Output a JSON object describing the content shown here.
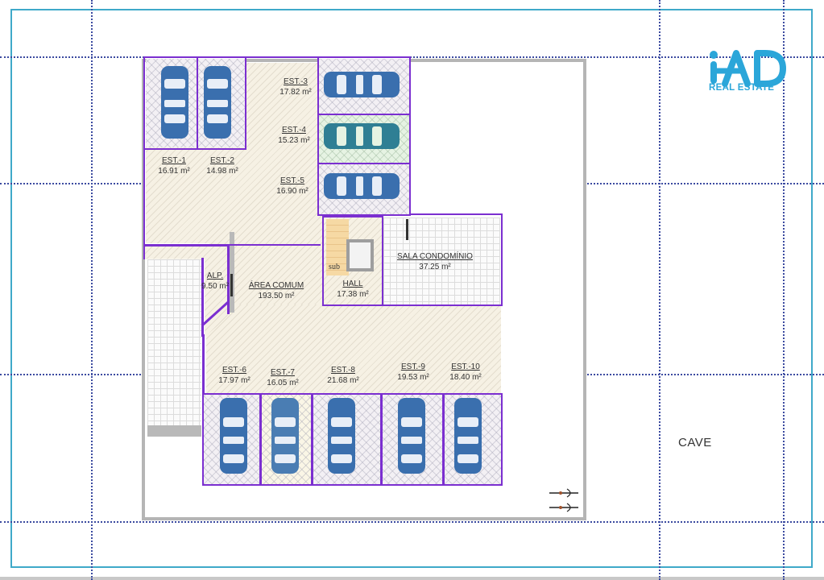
{
  "plan": {
    "level_name": "CAVE",
    "brand": {
      "logo_text": "iAD",
      "logo_subtitle": "REAL ESTATE",
      "color": "#2ba6d9"
    },
    "colors": {
      "frame": "#3fa9c9",
      "space_outline": "#7b2fd0",
      "grid_lines": "#3b4aa0",
      "car": "#3a6fae",
      "car_teal": "#2f7f94"
    },
    "parking_spaces": [
      {
        "id": "EST.-1",
        "area": "16.91 m²"
      },
      {
        "id": "EST.-2",
        "area": "14.98 m²"
      },
      {
        "id": "EST.-3",
        "area": "17.82 m²"
      },
      {
        "id": "EST.-4",
        "area": "15.23 m²"
      },
      {
        "id": "EST.-5",
        "area": "16.90 m²"
      },
      {
        "id": "EST.-6",
        "area": "17.97 m²"
      },
      {
        "id": "EST.-7",
        "area": "16.05 m²"
      },
      {
        "id": "EST.-8",
        "area": "21.68 m²"
      },
      {
        "id": "EST.-9",
        "area": "19.53 m²"
      },
      {
        "id": "EST.-10",
        "area": "18.40 m²"
      }
    ],
    "rooms": [
      {
        "name": "ÁREA COMUM",
        "area": "193.50 m²"
      },
      {
        "name": "ALP.",
        "area": "9.50 m²"
      },
      {
        "name": "HALL",
        "area": "17.38 m²"
      },
      {
        "name": "SALA CONDOMÍNIO",
        "area": "37.25 m²"
      }
    ],
    "stair_label": "sub"
  }
}
